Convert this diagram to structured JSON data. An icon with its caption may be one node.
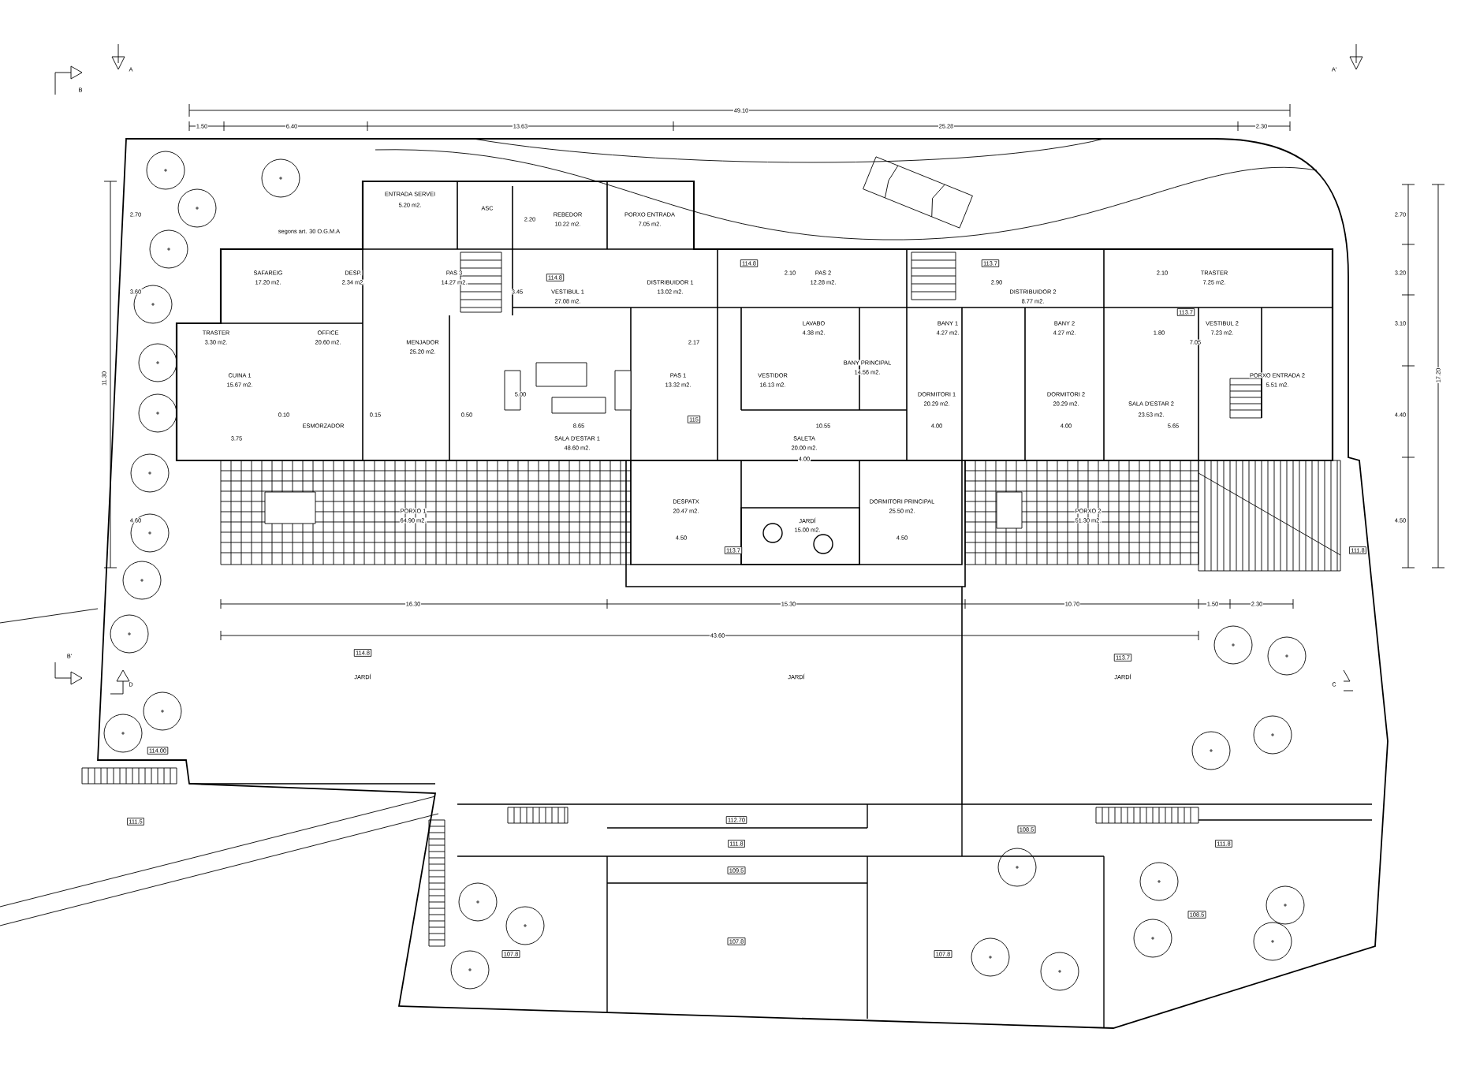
{
  "diagram": {
    "nodes": [
      {
        "text": [
          "114.8"
        ]
      },
      {
        "text": [
          "113.7"
        ]
      },
      {
        "text": [
          "114.8"
        ]
      },
      {
        "text": [
          "113.7"
        ]
      },
      {
        "text": [
          "115"
        ]
      },
      {
        "text": [
          "113.7"
        ]
      },
      {
        "text": [
          "111.8"
        ]
      },
      {
        "text": [
          "114.8"
        ]
      },
      {
        "text": [
          "113.7"
        ]
      },
      {
        "text": [
          "114.00"
        ]
      },
      {
        "text": [
          "111.5"
        ]
      },
      {
        "text": [
          "112.70"
        ]
      },
      {
        "text": [
          "108.5"
        ]
      },
      {
        "text": [
          "111.8"
        ]
      },
      {
        "text": [
          "111.8"
        ]
      },
      {
        "text": [
          "109.5"
        ]
      },
      {
        "text": [
          "108.5"
        ]
      },
      {
        "text": [
          "107.8"
        ]
      },
      {
        "text": [
          "107.8"
        ]
      },
      {
        "text": [
          "107.8"
        ]
      }
    ],
    "labels": [
      "A",
      "A'",
      "B",
      "49.10",
      "1.50",
      "6.40",
      "13.63",
      "25.28",
      "2.30",
      "ENTRADA SERVEI",
      "5.20 m2.",
      "ASC",
      "2.70",
      "REBEDOR",
      "PORXO ENTRADA",
      "2.70",
      "2.20",
      "10.22 m2.",
      "7.05 m2.",
      "segons art. 30 O.G.M.A",
      "SAFAREIG",
      "DESP.",
      "PAS 3",
      "2.10",
      "PAS 2",
      "2.10",
      "TRASTER",
      "3.20",
      "17.20 m2.",
      "2.34 m2.",
      "14.27 m2.",
      "DISTRIBUIDOR 1",
      "12.28 m2.",
      "2.90",
      "7.25 m2.",
      "3.60",
      "3.45",
      "VESTIBUL 1",
      "13.02 m2.",
      "DISTRIBUIDOR 2",
      "27.08 m2.",
      "8.77 m2.",
      "LAVABO",
      "BANY 1",
      "BANY 2",
      "VESTIBUL 2",
      "3.10",
      "TRASTER",
      "OFFICE",
      "4.38 m2.",
      "4.27 m2.",
      "4.27 m2.",
      "1.80",
      "7.23 m2.",
      "3.30 m2.",
      "20.60 m2.",
      "MENJADOR",
      "2.17",
      "7.05",
      "25.20 m2.",
      "BANY PRINCIPAL",
      "14.56 m2.",
      "11.30",
      "CUINA 1",
      "PAS 1",
      "VESTIDOR",
      "PORXO ENTRADA 2",
      "17.20",
      "15.67 m2.",
      "13.32 m2.",
      "16.13 m2.",
      "5.51 m2.",
      "5.00",
      "DORMITORI 1",
      "DORMITORI 2",
      "20.29 m2.",
      "20.29 m2.",
      "SALA D'ESTAR 2",
      "0.10",
      "0.15",
      "0.50",
      "23.53 m2.",
      "4.40",
      "ESMORZADOR",
      "8.65",
      "10.55",
      "4.00",
      "4.00",
      "5.65",
      "3.75",
      "SALA D'ESTAR 1",
      "SALETA",
      "48.60 m2.",
      "20.00 m2.",
      "4.00",
      "DESPATX",
      "DORMITORI PRINCIPAL",
      "PORXO 1",
      "20.47 m2.",
      "25.50 m2.",
      "PORXO 2",
      "4.60",
      "64.90 m2.",
      "JARDÍ",
      "51.30 m2.",
      "4.50",
      "15.00 m2.",
      "4.50",
      "4.50",
      "16.30",
      "15.30",
      "10.70",
      "1.50",
      "2.30",
      "43.60",
      "B'",
      "JARDÍ",
      "JARDÍ",
      "JARDÍ",
      "D",
      "C"
    ]
  }
}
